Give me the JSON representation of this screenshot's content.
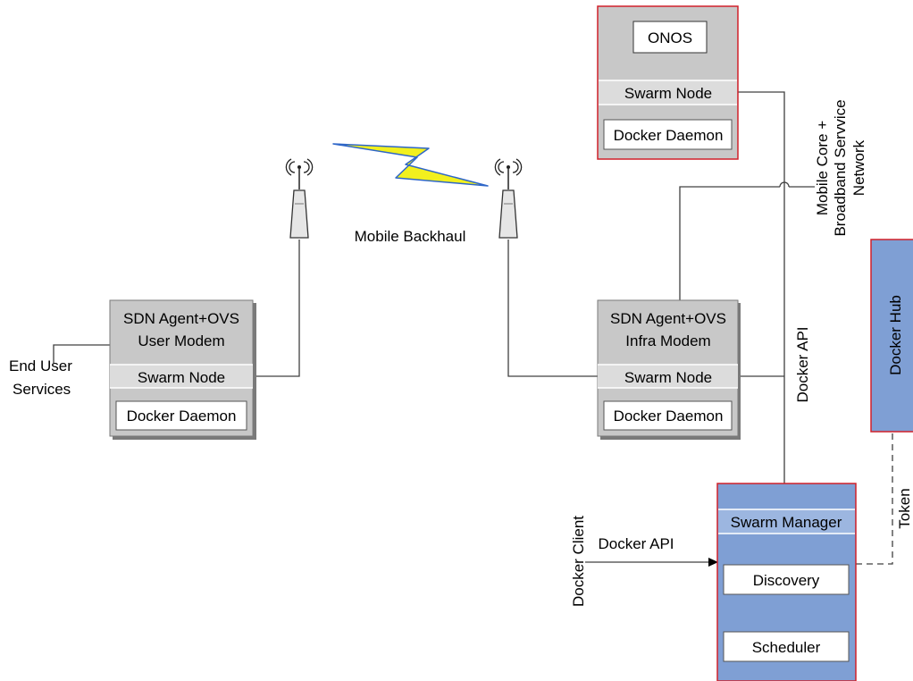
{
  "colors": {
    "node_fill": "#c8c8c8",
    "node_border": "#7a7a7a",
    "onos_border": "#d0202a",
    "blue_fill": "#7f9fd4",
    "blue_band": "#9cb6e0",
    "line": "#404040",
    "lightning_yellow": "#f2f01e",
    "lightning_blue": "#2e66c8"
  },
  "user_modem": {
    "line1": "SDN Agent+OVS",
    "line2": "User Modem",
    "swarm": "Swarm Node",
    "daemon": "Docker Daemon"
  },
  "infra_modem": {
    "line1": "SDN Agent+OVS",
    "line2": "Infra Modem",
    "swarm": "Swarm Node",
    "daemon": "Docker Daemon"
  },
  "onos_box": {
    "title": "ONOS",
    "swarm": "Swarm Node",
    "daemon": "Docker Daemon"
  },
  "manager_box": {
    "swarm_manager": "Swarm Manager",
    "discovery": "Discovery",
    "scheduler": "Scheduler"
  },
  "docker_hub": "Docker Hub",
  "labels": {
    "end_user_line1": "End User",
    "end_user_line2": "Services",
    "mobile_backhaul": "Mobile Backhaul",
    "core_line1": "Mobile Core +",
    "core_line2": "Broadband Servvice",
    "core_line3": "Network",
    "docker_api_vertical": "Docker API",
    "docker_api_horizontal": "Docker API",
    "docker_client": "Docker Client",
    "token": "Token"
  },
  "icons": {
    "antenna": "antenna-icon",
    "radio_waves": "radio-waves-icon",
    "lightning": "lightning-bolt-icon",
    "arrow": "arrow-right-icon"
  }
}
